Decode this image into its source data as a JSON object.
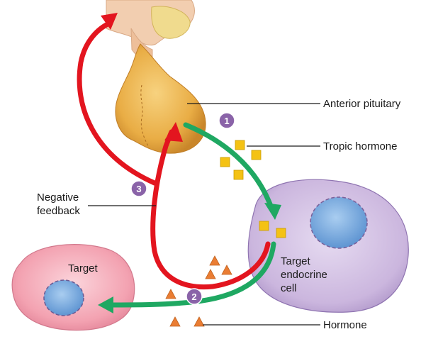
{
  "labels": {
    "anterior_pituitary": "Anterior pituitary",
    "tropic_hormone": "Tropic hormone",
    "negative_feedback_line1": "Negative",
    "negative_feedback_line2": "feedback",
    "target": "Target",
    "target_endocrine_line1": "Target",
    "target_endocrine_line2": "endocrine",
    "target_endocrine_line3": "cell",
    "hormone": "Hormone"
  },
  "steps": [
    "1",
    "2",
    "3"
  ],
  "colors": {
    "feedback_arrow": "#e3151f",
    "hormone_arrow": "#1fa862",
    "pituitary_fill": "#e9ad45",
    "hypothalamus_fill": "#f2ceb0",
    "endocrine_cell_fill": "#cdb8e0",
    "target_cell_fill": "#f39fae",
    "nucleus_fill": "#7aaee0",
    "tropic_square": "#f4c214",
    "hormone_triangle": "#ea7d33",
    "step_badge": "#8a63a8"
  },
  "icons": {
    "tropic_hormone": "yellow-square-icon",
    "hormone": "orange-triangle-icon"
  }
}
